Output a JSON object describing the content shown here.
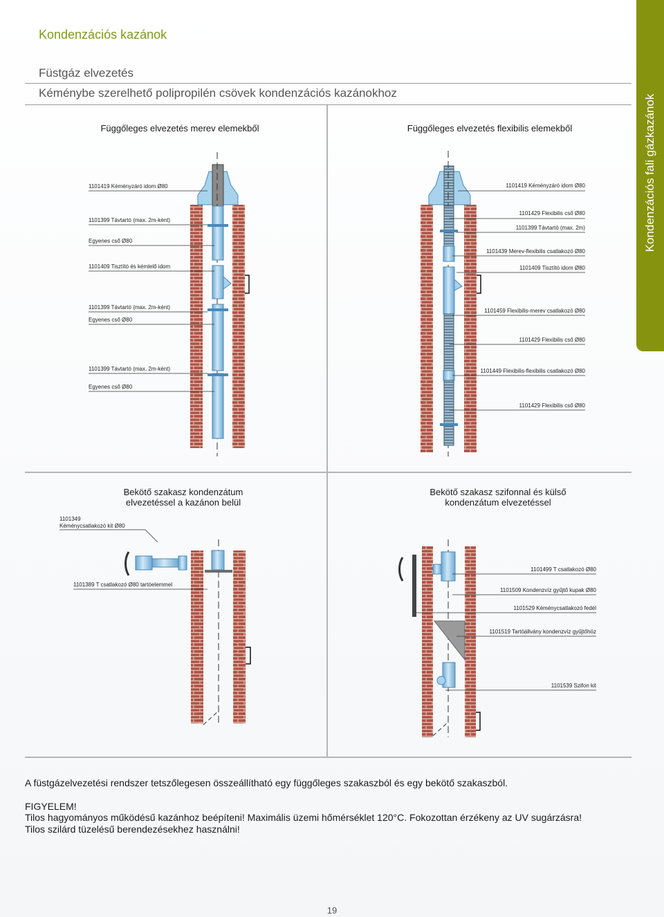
{
  "header": {
    "section": "Kondenzációs kazánok",
    "title": "Füstgáz elvezetés",
    "subtitle": "Kéménybe szerelhető polipropilén csövek kondenzációs kazánokhoz"
  },
  "side_tab": "Kondenzációs fali gázkazánok",
  "panels": {
    "rigid": {
      "title": "Függőleges elvezetés merev elemekből",
      "labels": [
        "1101419 Kéményzáró idom Ø80",
        "1101399 Távtartó (max. 2m-ként)",
        "Egyenes cső Ø80",
        "1101409 Tisztító és kémlelő idom",
        "1101399 Távtartó (max. 2m-ként)",
        "Egyenes cső Ø80",
        "1101399 Távtartó (max. 2m-ként)",
        "Egyenes cső Ø80"
      ]
    },
    "flexible": {
      "title": "Függőleges elvezetés flexibilis elemekből",
      "labels": [
        "1101419 Kéményzáró idom Ø80",
        "1101429 Flexibilis cső Ø80",
        "1101399 Távtartó (max. 2m)",
        "1101439 Merev-flexibilis csatlakozó Ø80",
        "1101409 Tisztító idom Ø80",
        "1101459 Flexibilis-merev csatlakozó Ø80",
        "1101429 Flexibilis cső Ø80",
        "1101449 Flexibilis-flexibilis csatlakozó Ø80",
        "1101429 Flexibilis cső Ø80"
      ]
    },
    "internal_condensate": {
      "title_line1": "Bekötő szakasz kondenzátum",
      "title_line2": "elvezetéssel a kazánon belül",
      "kit_code": "1101349",
      "kit_name": "Kéménycsatlakozó kit Ø80",
      "labels": [
        "1101389 T csatlakozó Ø80 tartóelemmel"
      ]
    },
    "siphon": {
      "title_line1": "Bekötő szakasz szifonnal és külső",
      "title_line2": "kondenzátum elvezetéssel",
      "labels": [
        "1101499 T csatlakozó Ø80",
        "1101509 Kondenzvíz gyűjtő kupak Ø80",
        "1101529 Kéménycsatlakozó fedél",
        "1101519 Tartóállvány kondenzvíz gyűjtőhöz",
        "1101539 Szifon kit"
      ]
    }
  },
  "footer": {
    "intro": "A füstgázelvezetési rendszer tetszőlegesen összeállítható egy függőleges szakaszból és egy bekötő szakaszból.",
    "warning_title": "FIGYELEM!",
    "warning_line1": "Tilos hagyományos működésű kazánhoz beépíteni! Maximális üzemi hőmérséklet 120°C. Fokozottan érzékeny az UV sugárzásra!",
    "warning_line2": "Tilos szilárd tüzelésű berendezésekhez használni!"
  },
  "page_number": "19",
  "colors": {
    "accent": "#86930f",
    "brick": "#b0564a",
    "pipe": "#a9d3ec",
    "pipe_edge": "#4a89b8"
  }
}
